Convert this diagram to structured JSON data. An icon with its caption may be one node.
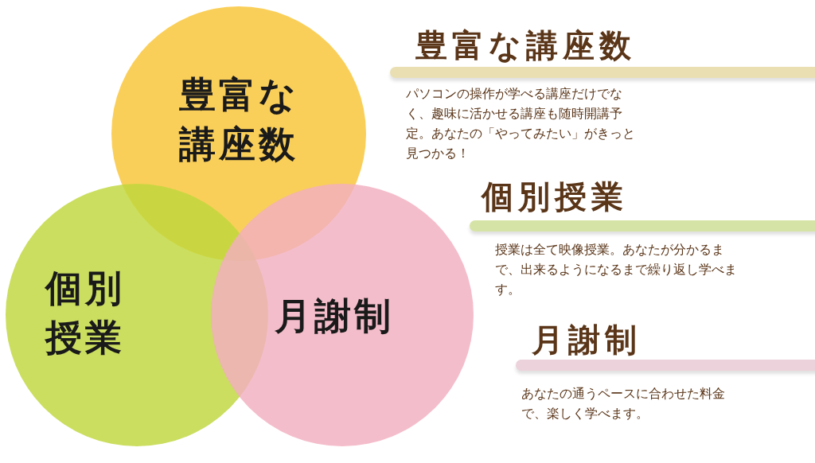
{
  "diagram": {
    "nodes": [
      {
        "text": [
          "豊富な講座数"
        ]
      },
      {
        "text": [
          "個別授業"
        ]
      },
      {
        "text": [
          "月謝制"
        ]
      },
      {
        "text": [
          "豊富な講座数",
          "パソコンの操作が学べる講座だけでなく、趣味に活かせる講座も随時開講予定。あなたの「やってみたい」がきっと見つかる！"
        ]
      },
      {
        "text": [
          "個別授業",
          "授業は全て映像授業。あなたが分かるまで、出来るようになるまで繰り返し学べます。"
        ]
      },
      {
        "text": [
          "月謝制",
          "あなたの通うペースに合わせた料金で、楽しく学べます。"
        ]
      }
    ]
  }
}
